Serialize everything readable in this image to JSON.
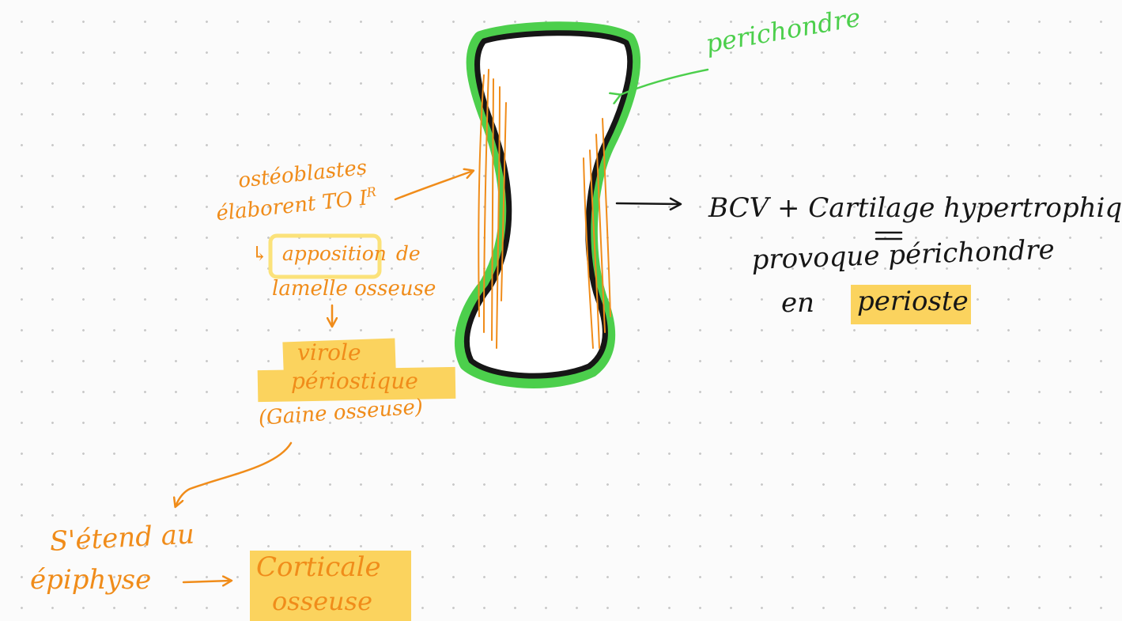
{
  "colors": {
    "orange": "#f08c1a",
    "green": "#4ccf4c",
    "black": "#161616",
    "highlight": "#fbd35e",
    "box": "#fbe27a"
  },
  "labels": {
    "perichondre": "perichondre",
    "osteoblastes": "ostéoblastes",
    "elaborent": "élaborent TO I",
    "elaborent_sup": "R",
    "apposition_arrow": "↳",
    "apposition": "apposition",
    "apposition_de": "de",
    "lamelle": "lamelle osseuse",
    "virole": "virole",
    "periostique": "périostique",
    "gaine": "(Gaine osseuse)",
    "s_etend": "S'étend au",
    "epiphyse": "épiphyse",
    "corticale": "Corticale",
    "osseuse": "osseuse",
    "bcv_line": "BCV + Cartilage hypertrophique",
    "provoque_line": "provoque périchondre",
    "en": "en",
    "perioste": "perioste"
  }
}
